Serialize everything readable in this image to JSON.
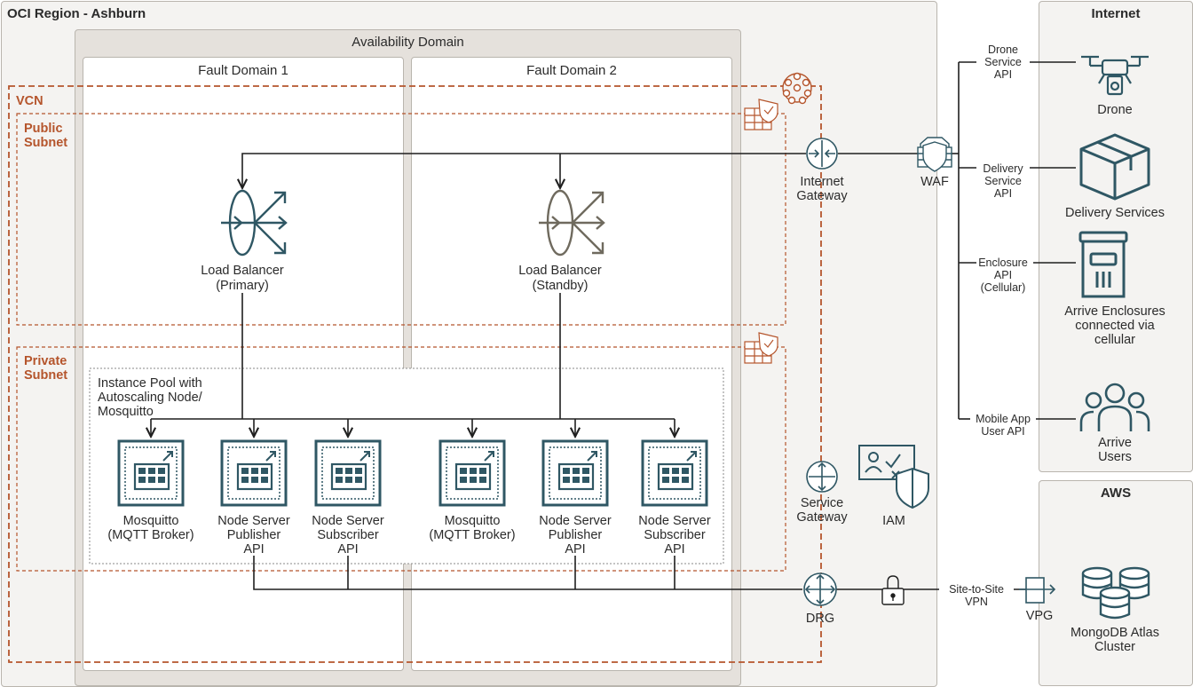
{
  "region": {
    "title": "OCI Region - Ashburn"
  },
  "availability_domain": {
    "title": "Availability Domain"
  },
  "fault_domains": [
    {
      "title": "Fault Domain 1"
    },
    {
      "title": "Fault Domain 2"
    }
  ],
  "vcn": {
    "title": "VCN"
  },
  "public_subnet": {
    "line1": "Public",
    "line2": "Subnet"
  },
  "private_subnet": {
    "line1": "Private",
    "line2": "Subnet"
  },
  "instance_pool": {
    "line1": "Instance Pool with",
    "line2": "Autoscaling Node/",
    "line3": "Mosquitto"
  },
  "load_balancers": [
    {
      "line1": "Load Balancer",
      "line2": "(Primary)"
    },
    {
      "line1": "Load Balancer",
      "line2": "(Standby)"
    }
  ],
  "compute_nodes": [
    {
      "line1": "Mosquitto",
      "line2": "(MQTT Broker)",
      "line3": ""
    },
    {
      "line1": "Node Server",
      "line2": "Publisher",
      "line3": "API"
    },
    {
      "line1": "Node Server",
      "line2": "Subscriber",
      "line3": "API"
    },
    {
      "line1": "Mosquitto",
      "line2": "(MQTT Broker)",
      "line3": ""
    },
    {
      "line1": "Node Server",
      "line2": "Publisher",
      "line3": "API"
    },
    {
      "line1": "Node Server",
      "line2": "Subscriber",
      "line3": "API"
    }
  ],
  "gateways": {
    "internet": {
      "line1": "Internet",
      "line2": "Gateway"
    },
    "service": {
      "line1": "Service",
      "line2": "Gateway"
    },
    "drg": {
      "label": "DRG"
    },
    "iam": {
      "label": "IAM"
    },
    "waf": {
      "label": "WAF"
    }
  },
  "vpn": {
    "line1": "Site-to-Site",
    "line2": "VPN"
  },
  "vpg": {
    "label": "VPG"
  },
  "internet_box": {
    "title": "Internet"
  },
  "aws_box": {
    "title": "AWS"
  },
  "apis": [
    {
      "line1": "Drone",
      "line2": "Service",
      "line3": "API"
    },
    {
      "line1": "Delivery",
      "line2": "Service",
      "line3": "API"
    },
    {
      "line1": "Enclosure",
      "line2": "API",
      "line3": "(Cellular)"
    },
    {
      "line1": "Mobile App",
      "line2": "User API",
      "line3": ""
    }
  ],
  "clients": [
    {
      "line1": "Drone",
      "line2": "",
      "line3": ""
    },
    {
      "line1": "Delivery Services",
      "line2": "",
      "line3": ""
    },
    {
      "line1": "Arrive Enclosures",
      "line2": "connected via",
      "line3": "cellular"
    },
    {
      "line1": "Arrive",
      "line2": "Users",
      "line3": ""
    }
  ],
  "mongodb": {
    "line1": "MongoDB Atlas",
    "line2": "Cluster"
  },
  "colors": {
    "region_bg": "#f4f3f1",
    "ad_bg": "#e5e1dc",
    "teal": "#2f5764",
    "standby": "#6f6a5e",
    "orange": "#b5552c",
    "line": "#1f1f1f"
  }
}
